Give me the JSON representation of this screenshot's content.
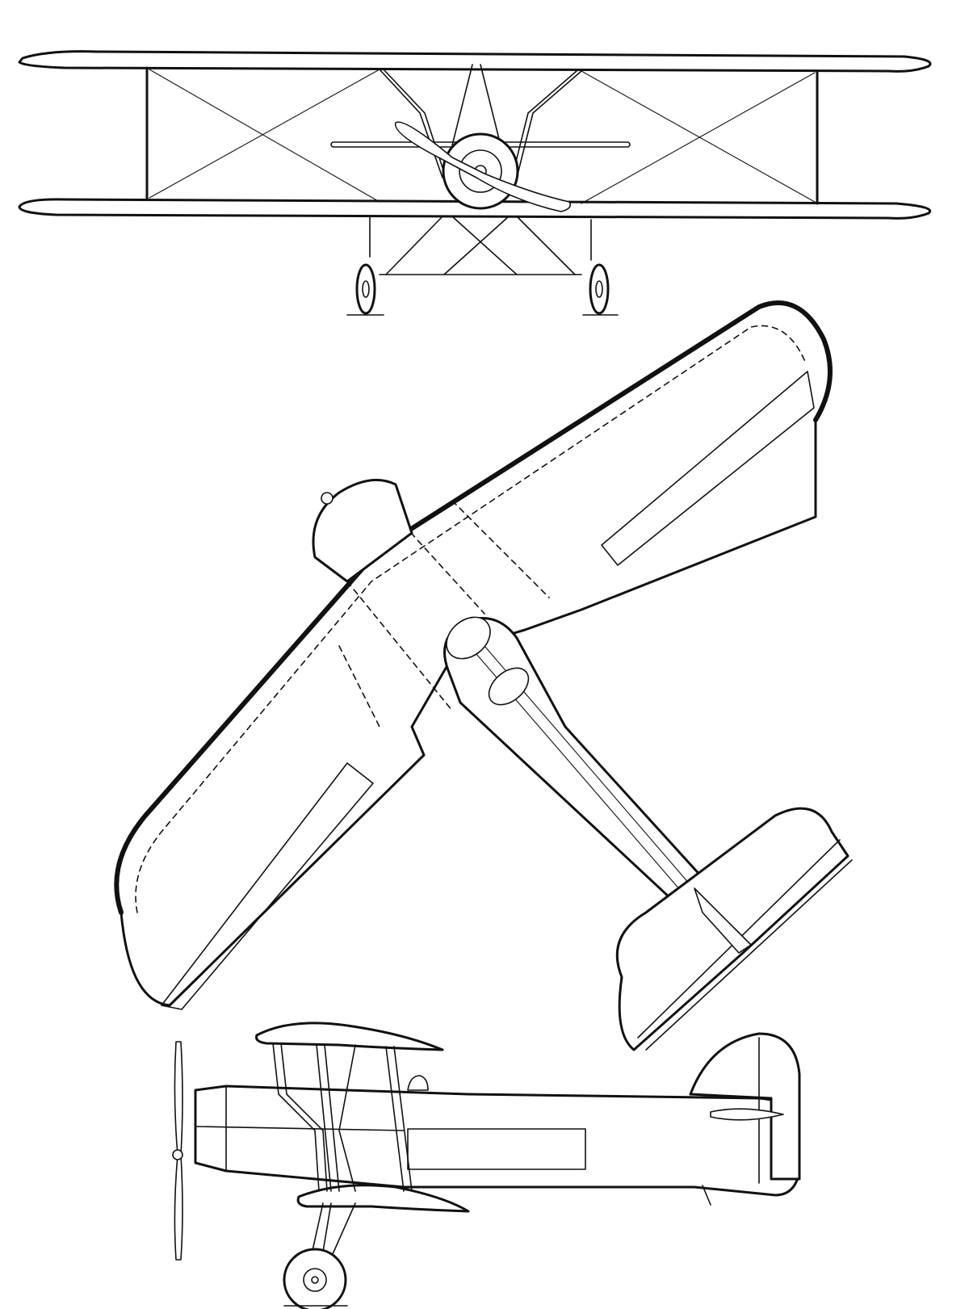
{
  "figure": {
    "views": [
      "front",
      "plan",
      "side"
    ],
    "ink_color": "#111111",
    "paper_color": "#ffffff"
  }
}
